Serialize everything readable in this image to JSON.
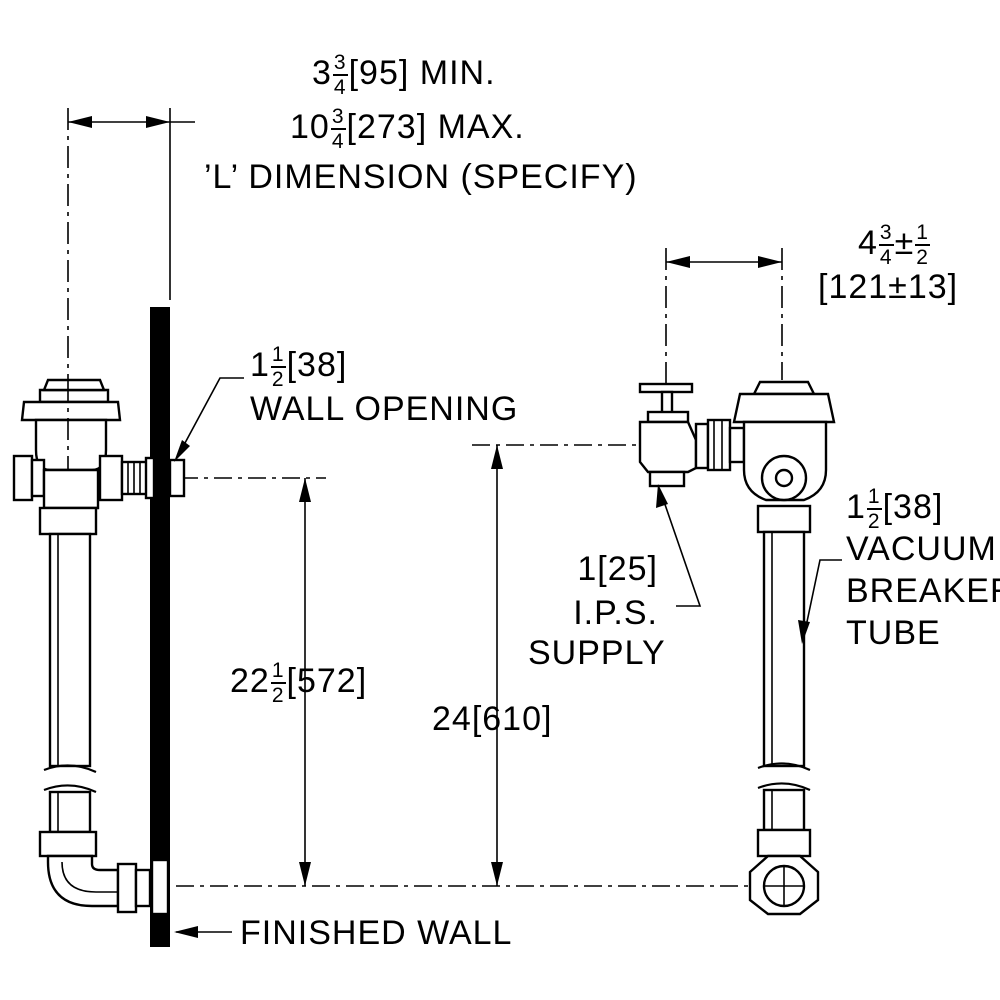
{
  "dims": {
    "l_min": {
      "whole": "3",
      "num": "3",
      "den": "4",
      "rest": "[95] MIN."
    },
    "l_max": {
      "whole": "10",
      "num": "3",
      "den": "4",
      "rest": "[273] MAX."
    },
    "l_spec": "’L’ DIMENSION (SPECIFY)",
    "offset_top": {
      "whole": "4",
      "num": "3",
      "den": "4",
      "pm": "±",
      "pnum": "1",
      "pden": "2"
    },
    "offset_bottom": "[121±13]",
    "wall_opening_size": {
      "whole": "1",
      "num": "1",
      "den": "2",
      "rest": "[38]"
    },
    "wall_opening_text": "WALL OPENING",
    "height_left": {
      "whole": "22",
      "num": "1",
      "den": "2",
      "rest": "[572]"
    },
    "height_right": "24[610]",
    "supply_size": "1[25]",
    "supply_ips": "I.P.S.",
    "supply_word": "SUPPLY",
    "vb_size": {
      "whole": "1",
      "num": "1",
      "den": "2",
      "rest": "[38]"
    },
    "vb_line1": "VACUUM",
    "vb_line2": "BREAKER",
    "vb_line3": "TUBE",
    "finished_wall": "FINISHED WALL"
  }
}
